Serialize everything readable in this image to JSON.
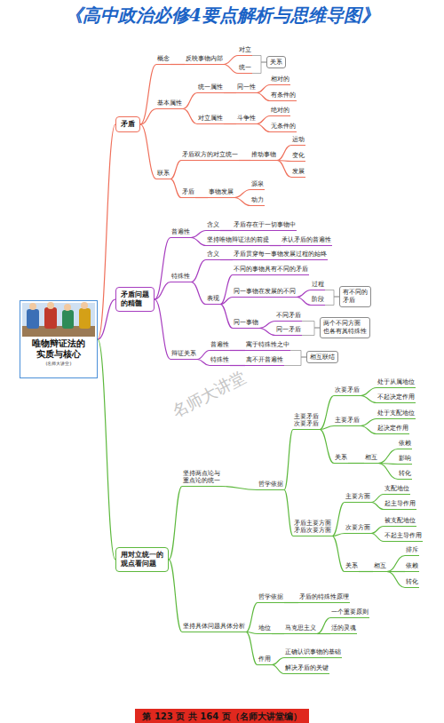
{
  "diagram": {
    "title": "《高中政治必修4要点解析与思维导图》",
    "nodes": [
      {
        "text": [
          "唯物辩证法的 实质与核心",
          "(名师大讲堂)"
        ]
      },
      {
        "text": [
          "矛盾"
        ]
      },
      {
        "text": [
          "概念"
        ]
      },
      {
        "text": [
          "反映事物内部"
        ]
      },
      {
        "text": [
          "对立"
        ]
      },
      {
        "text": [
          "统一"
        ]
      },
      {
        "text": [
          "关系"
        ]
      },
      {
        "text": [
          "基本属性"
        ]
      },
      {
        "text": [
          "统一属性"
        ]
      },
      {
        "text": [
          "同一性"
        ]
      },
      {
        "text": [
          "相对的"
        ]
      },
      {
        "text": [
          "有条件的"
        ]
      },
      {
        "text": [
          "对立属性"
        ]
      },
      {
        "text": [
          "斗争性"
        ]
      },
      {
        "text": [
          "绝对的"
        ]
      },
      {
        "text": [
          "无条件的"
        ]
      },
      {
        "text": [
          "联系"
        ]
      },
      {
        "text": [
          "矛盾双方的对立统一"
        ]
      },
      {
        "text": [
          "推动事物"
        ]
      },
      {
        "text": [
          "运动"
        ]
      },
      {
        "text": [
          "变化"
        ]
      },
      {
        "text": [
          "发展"
        ]
      },
      {
        "text": [
          "矛盾"
        ]
      },
      {
        "text": [
          "事物发展"
        ]
      },
      {
        "text": [
          "源泉"
        ]
      },
      {
        "text": [
          "动力"
        ]
      },
      {
        "text": [
          "矛盾问题 的精髓"
        ]
      },
      {
        "text": [
          "普遍性"
        ]
      },
      {
        "text": [
          "含义"
        ]
      },
      {
        "text": [
          "矛盾存在于一切事物中"
        ]
      },
      {
        "text": [
          "坚持唯物辩证法的前提"
        ]
      },
      {
        "text": [
          "承认矛盾的普遍性"
        ]
      },
      {
        "text": [
          "特殊性"
        ]
      },
      {
        "text": [
          "含义"
        ]
      },
      {
        "text": [
          "矛盾贯穿每一事物发展过程的始终"
        ]
      },
      {
        "text": [
          "表现"
        ]
      },
      {
        "text": [
          "不同的事物具有不同的矛盾"
        ]
      },
      {
        "text": [
          "同一事物在发展的不同"
        ]
      },
      {
        "text": [
          "过程"
        ]
      },
      {
        "text": [
          "阶段"
        ]
      },
      {
        "text": [
          "有不同的 矛盾"
        ]
      },
      {
        "text": [
          "同一事物"
        ]
      },
      {
        "text": [
          "不同矛盾"
        ]
      },
      {
        "text": [
          "同一矛盾"
        ]
      },
      {
        "text": [
          "两个不同方面 也各有其特殊性"
        ]
      },
      {
        "text": [
          "辩证关系"
        ]
      },
      {
        "text": [
          "普遍性"
        ]
      },
      {
        "text": [
          "寓于特殊性之中"
        ]
      },
      {
        "text": [
          "特殊性"
        ]
      },
      {
        "text": [
          "离不开普遍性"
        ]
      },
      {
        "text": [
          "相互联结"
        ]
      },
      {
        "text": [
          "用对立统一的 观点看问题"
        ]
      },
      {
        "text": [
          "坚持两点论与 重点论的统一"
        ]
      },
      {
        "text": [
          "哲学依据"
        ]
      },
      {
        "text": [
          "主要矛盾 次要矛盾"
        ]
      },
      {
        "text": [
          "次要矛盾"
        ]
      },
      {
        "text": [
          "处于从属地位"
        ]
      },
      {
        "text": [
          "不起决定作用"
        ]
      },
      {
        "text": [
          "主要矛盾"
        ]
      },
      {
        "text": [
          "处于支配地位"
        ]
      },
      {
        "text": [
          "起决定作用"
        ]
      },
      {
        "text": [
          "关系"
        ]
      },
      {
        "text": [
          "相互"
        ]
      },
      {
        "text": [
          "依赖"
        ]
      },
      {
        "text": [
          "影响"
        ]
      },
      {
        "text": [
          "转化"
        ]
      },
      {
        "text": [
          "矛盾主要方面 矛盾次要方面"
        ]
      },
      {
        "text": [
          "主要方面"
        ]
      },
      {
        "text": [
          "支配地位"
        ]
      },
      {
        "text": [
          "起主导作用"
        ]
      },
      {
        "text": [
          "次要方面"
        ]
      },
      {
        "text": [
          "被支配地位"
        ]
      },
      {
        "text": [
          "不起主导作用"
        ]
      },
      {
        "text": [
          "关系"
        ]
      },
      {
        "text": [
          "相互"
        ]
      },
      {
        "text": [
          "排斥"
        ]
      },
      {
        "text": [
          "依赖"
        ]
      },
      {
        "text": [
          "转化"
        ]
      },
      {
        "text": [
          "坚持具体问题具体分析"
        ]
      },
      {
        "text": [
          "哲学依据"
        ]
      },
      {
        "text": [
          "矛盾的特殊性原理"
        ]
      },
      {
        "text": [
          "地位"
        ]
      },
      {
        "text": [
          "马克思主义"
        ]
      },
      {
        "text": [
          "一个重要原则"
        ]
      },
      {
        "text": [
          "活的灵魂"
        ]
      },
      {
        "text": [
          "作用"
        ]
      },
      {
        "text": [
          "正确认识事物的基础"
        ]
      },
      {
        "text": [
          "解决矛盾的关键"
        ]
      }
    ],
    "edges": [
      {
        "from": 0,
        "to": 1,
        "arrow": "none"
      },
      {
        "from": 1,
        "to": 2,
        "arrow": "none"
      },
      {
        "from": 2,
        "to": 3,
        "arrow": "none"
      },
      {
        "from": 3,
        "to": 4,
        "arrow": "none"
      },
      {
        "from": 3,
        "to": 5,
        "arrow": "none"
      },
      {
        "from": 4,
        "to": 6,
        "arrow": "none"
      },
      {
        "from": 5,
        "to": 6,
        "arrow": "none"
      },
      {
        "from": 1,
        "to": 7,
        "arrow": "none"
      },
      {
        "from": 7,
        "to": 8,
        "arrow": "none"
      },
      {
        "from": 8,
        "to": 9,
        "arrow": "none"
      },
      {
        "from": 9,
        "to": 10,
        "arrow": "none"
      },
      {
        "from": 9,
        "to": 11,
        "arrow": "none"
      },
      {
        "from": 7,
        "to": 12,
        "arrow": "none"
      },
      {
        "from": 12,
        "to": 13,
        "arrow": "none"
      },
      {
        "from": 13,
        "to": 14,
        "arrow": "none"
      },
      {
        "from": 13,
        "to": 15,
        "arrow": "none"
      },
      {
        "from": 1,
        "to": 16,
        "arrow": "none"
      },
      {
        "from": 16,
        "to": 17,
        "arrow": "none"
      },
      {
        "from": 17,
        "to": 18,
        "arrow": "none"
      },
      {
        "from": 18,
        "to": 19,
        "arrow": "none"
      },
      {
        "from": 18,
        "to": 20,
        "arrow": "none"
      },
      {
        "from": 18,
        "to": 21,
        "arrow": "none"
      },
      {
        "from": 16,
        "to": 22,
        "arrow": "none"
      },
      {
        "from": 22,
        "to": 23,
        "arrow": "none"
      },
      {
        "from": 23,
        "to": 24,
        "arrow": "none"
      },
      {
        "from": 23,
        "to": 25,
        "arrow": "none"
      },
      {
        "from": 0,
        "to": 26,
        "arrow": "none"
      },
      {
        "from": 26,
        "to": 27,
        "arrow": "none"
      },
      {
        "from": 27,
        "to": 28,
        "arrow": "none"
      },
      {
        "from": 28,
        "to": 29,
        "arrow": "none"
      },
      {
        "from": 27,
        "to": 30,
        "arrow": "none"
      },
      {
        "from": 30,
        "to": 31,
        "arrow": "none"
      },
      {
        "from": 26,
        "to": 32,
        "arrow": "none"
      },
      {
        "from": 32,
        "to": 33,
        "arrow": "none"
      },
      {
        "from": 33,
        "to": 34,
        "arrow": "none"
      },
      {
        "from": 32,
        "to": 35,
        "arrow": "none"
      },
      {
        "from": 35,
        "to": 36,
        "arrow": "none"
      },
      {
        "from": 35,
        "to": 37,
        "arrow": "none"
      },
      {
        "from": 37,
        "to": 38,
        "arrow": "none"
      },
      {
        "from": 37,
        "to": 39,
        "arrow": "none"
      },
      {
        "from": 38,
        "to": 40,
        "arrow": "none"
      },
      {
        "from": 39,
        "to": 40,
        "arrow": "none"
      },
      {
        "from": 35,
        "to": 41,
        "arrow": "none"
      },
      {
        "from": 41,
        "to": 42,
        "arrow": "none"
      },
      {
        "from": 41,
        "to": 43,
        "arrow": "none"
      },
      {
        "from": 42,
        "to": 44,
        "arrow": "none"
      },
      {
        "from": 43,
        "to": 44,
        "arrow": "none"
      },
      {
        "from": 26,
        "to": 45,
        "arrow": "none"
      },
      {
        "from": 45,
        "to": 46,
        "arrow": "none"
      },
      {
        "from": 46,
        "to": 47,
        "arrow": "none"
      },
      {
        "from": 45,
        "to": 48,
        "arrow": "none"
      },
      {
        "from": 48,
        "to": 49,
        "arrow": "none"
      },
      {
        "from": 47,
        "to": 50,
        "arrow": "none"
      },
      {
        "from": 49,
        "to": 50,
        "arrow": "none"
      },
      {
        "from": 0,
        "to": 51,
        "arrow": "none"
      },
      {
        "from": 51,
        "to": 52,
        "arrow": "none"
      },
      {
        "from": 52,
        "to": 53,
        "arrow": "none"
      },
      {
        "from": 53,
        "to": 54,
        "arrow": "none"
      },
      {
        "from": 54,
        "to": 55,
        "arrow": "none"
      },
      {
        "from": 55,
        "to": 56,
        "arrow": "none"
      },
      {
        "from": 55,
        "to": 57,
        "arrow": "none"
      },
      {
        "from": 54,
        "to": 58,
        "arrow": "none"
      },
      {
        "from": 58,
        "to": 59,
        "arrow": "none"
      },
      {
        "from": 58,
        "to": 60,
        "arrow": "none"
      },
      {
        "from": 54,
        "to": 61,
        "arrow": "none"
      },
      {
        "from": 61,
        "to": 62,
        "arrow": "none"
      },
      {
        "from": 62,
        "to": 63,
        "arrow": "none"
      },
      {
        "from": 62,
        "to": 64,
        "arrow": "none"
      },
      {
        "from": 62,
        "to": 65,
        "arrow": "none"
      },
      {
        "from": 53,
        "to": 66,
        "arrow": "none"
      },
      {
        "from": 66,
        "to": 67,
        "arrow": "none"
      },
      {
        "from": 67,
        "to": 68,
        "arrow": "none"
      },
      {
        "from": 67,
        "to": 69,
        "arrow": "none"
      },
      {
        "from": 66,
        "to": 70,
        "arrow": "none"
      },
      {
        "from": 70,
        "to": 71,
        "arrow": "none"
      },
      {
        "from": 70,
        "to": 72,
        "arrow": "none"
      },
      {
        "from": 66,
        "to": 73,
        "arrow": "none"
      },
      {
        "from": 73,
        "to": 74,
        "arrow": "none"
      },
      {
        "from": 74,
        "to": 75,
        "arrow": "none"
      },
      {
        "from": 74,
        "to": 76,
        "arrow": "none"
      },
      {
        "from": 74,
        "to": 77,
        "arrow": "none"
      },
      {
        "from": 51,
        "to": 78,
        "arrow": "none"
      },
      {
        "from": 78,
        "to": 79,
        "arrow": "none"
      },
      {
        "from": 79,
        "to": 80,
        "arrow": "none"
      },
      {
        "from": 78,
        "to": 81,
        "arrow": "none"
      },
      {
        "from": 81,
        "to": 82,
        "arrow": "none"
      },
      {
        "from": 82,
        "to": 83,
        "arrow": "none"
      },
      {
        "from": 82,
        "to": 84,
        "arrow": "none"
      },
      {
        "from": 78,
        "to": 85,
        "arrow": "none"
      },
      {
        "from": 85,
        "to": 86,
        "arrow": "none"
      },
      {
        "from": 85,
        "to": 87,
        "arrow": "none"
      }
    ],
    "labels": [
      "名师大讲堂",
      "第 123 页 共 164 页（名师大讲堂编）"
    ]
  }
}
